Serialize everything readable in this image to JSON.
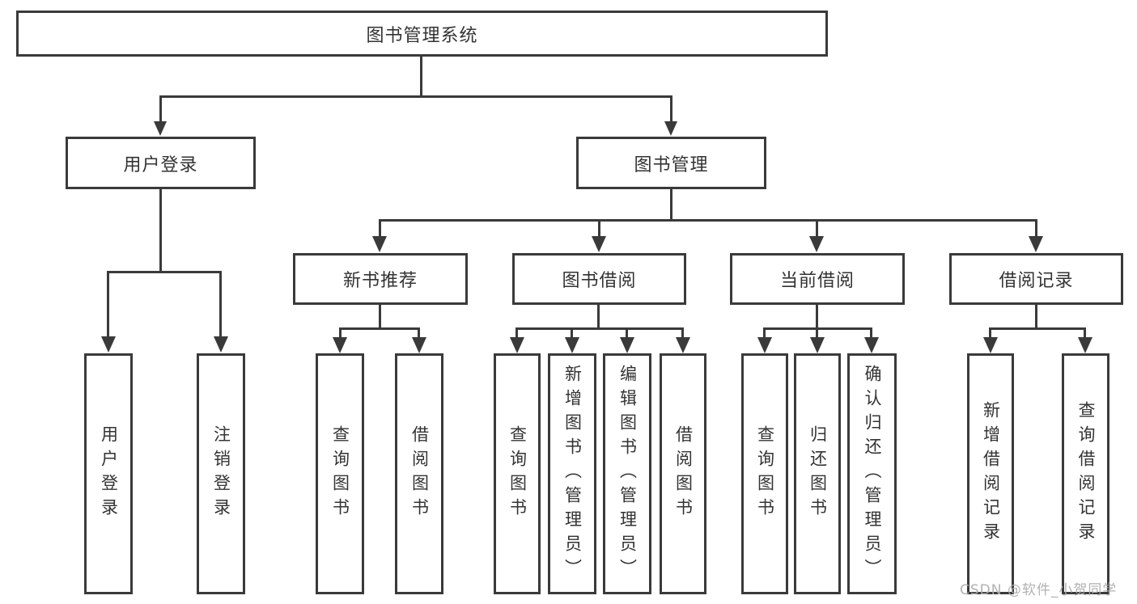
{
  "tree": {
    "label": "图书管理系统",
    "children": [
      {
        "label": "用户登录",
        "children": [
          {
            "label": "用户登录"
          },
          {
            "label": "注销登录"
          }
        ]
      },
      {
        "label": "图书管理",
        "children": [
          {
            "label": "新书推荐",
            "children": [
              {
                "label": "查询图书"
              },
              {
                "label": "借阅图书"
              }
            ]
          },
          {
            "label": "图书借阅",
            "children": [
              {
                "label": "查询图书"
              },
              {
                "label": "新增图书（管理员）"
              },
              {
                "label": "编辑图书（管理员）"
              },
              {
                "label": "借阅图书"
              }
            ]
          },
          {
            "label": "当前借阅",
            "children": [
              {
                "label": "查询图书"
              },
              {
                "label": "归还图书"
              },
              {
                "label": "确认归还（管理员）"
              }
            ]
          },
          {
            "label": "借阅记录",
            "children": [
              {
                "label": "新增借阅记录"
              },
              {
                "label": "查询借阅记录"
              }
            ]
          }
        ]
      }
    ]
  },
  "watermark": {
    "text": "CSDN @软件_小贺同学"
  },
  "colors": {
    "line": "#3a3a3a",
    "text": "#333333",
    "watermark": "#adadad",
    "background": "#ffffff"
  }
}
